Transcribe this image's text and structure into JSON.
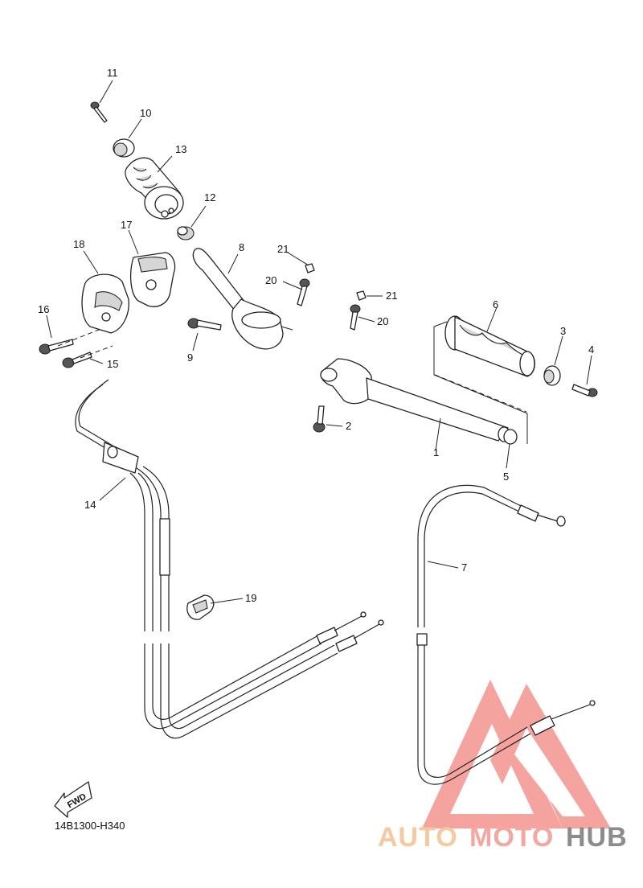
{
  "diagram": {
    "part_labels": [
      "1",
      "2",
      "3",
      "4",
      "5",
      "6",
      "7",
      "8",
      "9",
      "10",
      "11",
      "12",
      "13",
      "14",
      "15",
      "16",
      "17",
      "18",
      "19",
      "20",
      "21",
      "20",
      "21"
    ],
    "drawing_code": "14B1300-H340",
    "fwd_label": "FWD"
  },
  "watermark": {
    "word_auto": "AUTO",
    "word_moto": "MOTO",
    "word_hub": "HUB",
    "color_auto": "#f7c9a0",
    "color_moto": "#f4a7a0",
    "color_hub": "#8c8c8c",
    "logo_color": "#f39a95"
  }
}
